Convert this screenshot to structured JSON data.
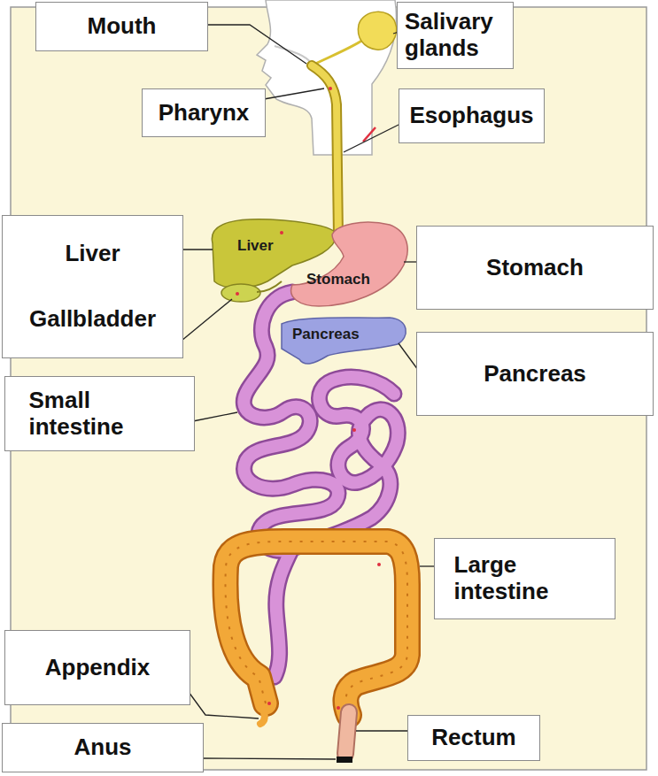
{
  "diagram": {
    "nodes": [
      {
        "text": [
          "Mouth"
        ]
      },
      {
        "text": [
          "Salivary glands"
        ]
      },
      {
        "text": [
          "Pharynx"
        ]
      },
      {
        "text": [
          "Esophagus"
        ]
      },
      {
        "text": [
          "Liver",
          "Gallbladder"
        ]
      },
      {
        "text": [
          "Stomach"
        ]
      },
      {
        "text": [
          "Pancreas"
        ]
      },
      {
        "text": [
          "Small intestine"
        ]
      },
      {
        "text": [
          "Large intestine"
        ]
      },
      {
        "text": [
          "Appendix"
        ]
      },
      {
        "text": [
          "Anus"
        ]
      },
      {
        "text": [
          "Rectum"
        ]
      }
    ],
    "labels": [
      "Liver",
      "Stomach",
      "Pancreas"
    ]
  }
}
